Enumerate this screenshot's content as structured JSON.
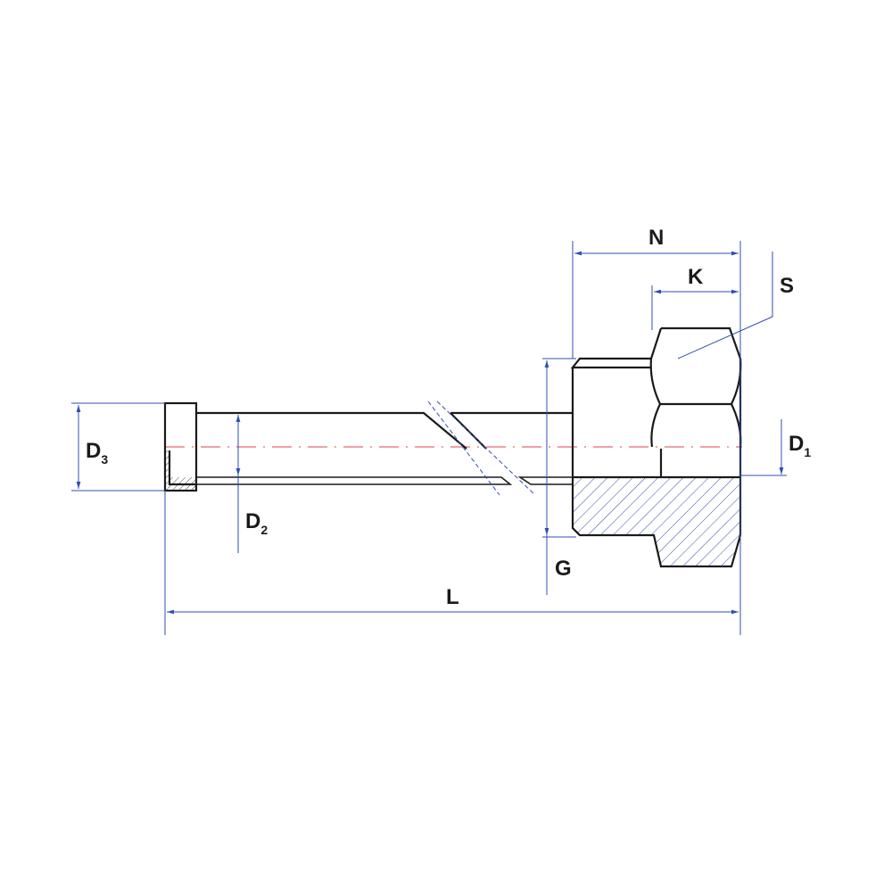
{
  "labels": {
    "N": "N",
    "K": "K",
    "S": "S",
    "D1": {
      "main": "D",
      "sub": "1"
    },
    "D2": {
      "main": "D",
      "sub": "2"
    },
    "D3": {
      "main": "D",
      "sub": "3"
    },
    "G": "G",
    "L": "L"
  },
  "colors": {
    "outline": "#1a1a1a",
    "dimension": "#2e4fb0",
    "centerline": "#e0404a"
  }
}
